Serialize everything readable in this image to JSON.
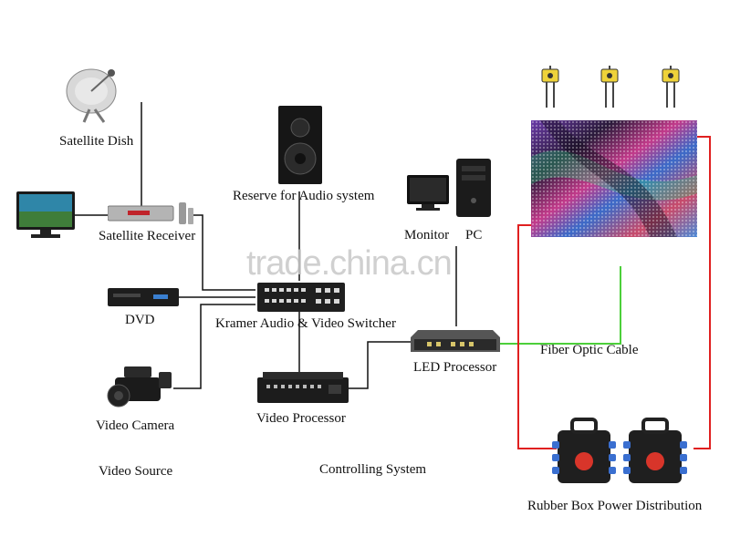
{
  "diagram": {
    "labels": {
      "satellite_dish": "Satellite Dish",
      "satellite_receiver": "Satellite Receiver",
      "audio_system": "Reserve for Audio system",
      "monitor": "Monitor",
      "pc": "PC",
      "dvd": "DVD",
      "switcher": "Kramer Audio & Video Switcher",
      "video_camera": "Video Camera",
      "video_processor": "Video Processor",
      "led_processor": "LED Processor",
      "fiber_optic_cable": "Fiber Optic Cable",
      "video_source": "Video Source",
      "controlling_system": "Controlling System",
      "power_distribution": "Rubber Box Power Distribution"
    },
    "watermark": "trade.china.cn",
    "colors": {
      "line_black": "#111111",
      "line_red": "#e02020",
      "line_green": "#4ccf3a"
    }
  }
}
